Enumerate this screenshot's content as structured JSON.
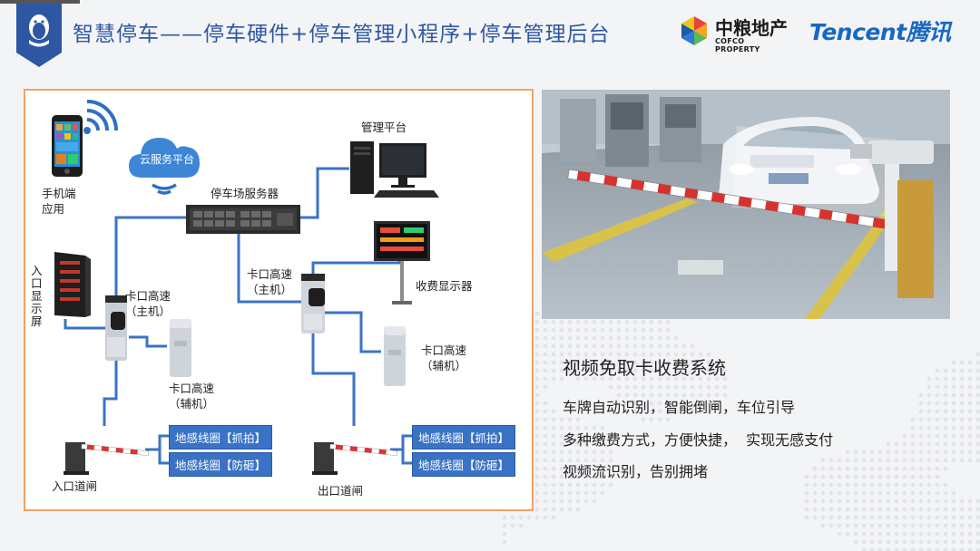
{
  "header": {
    "title": "智慧停车——停车硬件+停车管理小程序+停车管理后台",
    "cofco_cn": "中粮地产",
    "cofco_en": "COFCO PROPERTY",
    "tencent_en": "Tencent",
    "tencent_cn": "腾讯"
  },
  "diagram": {
    "cloud": "云服务平台",
    "mobile_app": "手机端\n应用",
    "management_platform": "管理平台",
    "parking_server": "停车场服务器",
    "entrance_display": "入口显示屏",
    "gate_main_left": "卡口高速\n（主机）",
    "gate_aux_left": "卡口高速\n（辅机）",
    "gate_main_right": "卡口高速\n（主机）",
    "fee_display": "收费显示器",
    "gate_aux_right": "卡口高速\n（辅机）",
    "entrance_barrier": "入口道闸",
    "exit_barrier": "出口道闸",
    "loop_capture_left": "地感线圈【抓拍】",
    "loop_antismash_left": "地感线圈【防砸】",
    "loop_capture_right": "地感线圈【抓拍】",
    "loop_antismash_right": "地感线圈【防砸】"
  },
  "system": {
    "title": "视频免取卡收费系统",
    "features": [
      "车牌自动识别，智能倒闸，车位引导",
      "多种缴费方式，方便快捷，  实现无感支付",
      "视频流识别，告别拥堵"
    ]
  },
  "colors": {
    "brand_blue": "#2e57a3",
    "line_blue": "#3a73c6",
    "border_orange": "#f4a261",
    "tencent_blue": "#1768c5"
  }
}
